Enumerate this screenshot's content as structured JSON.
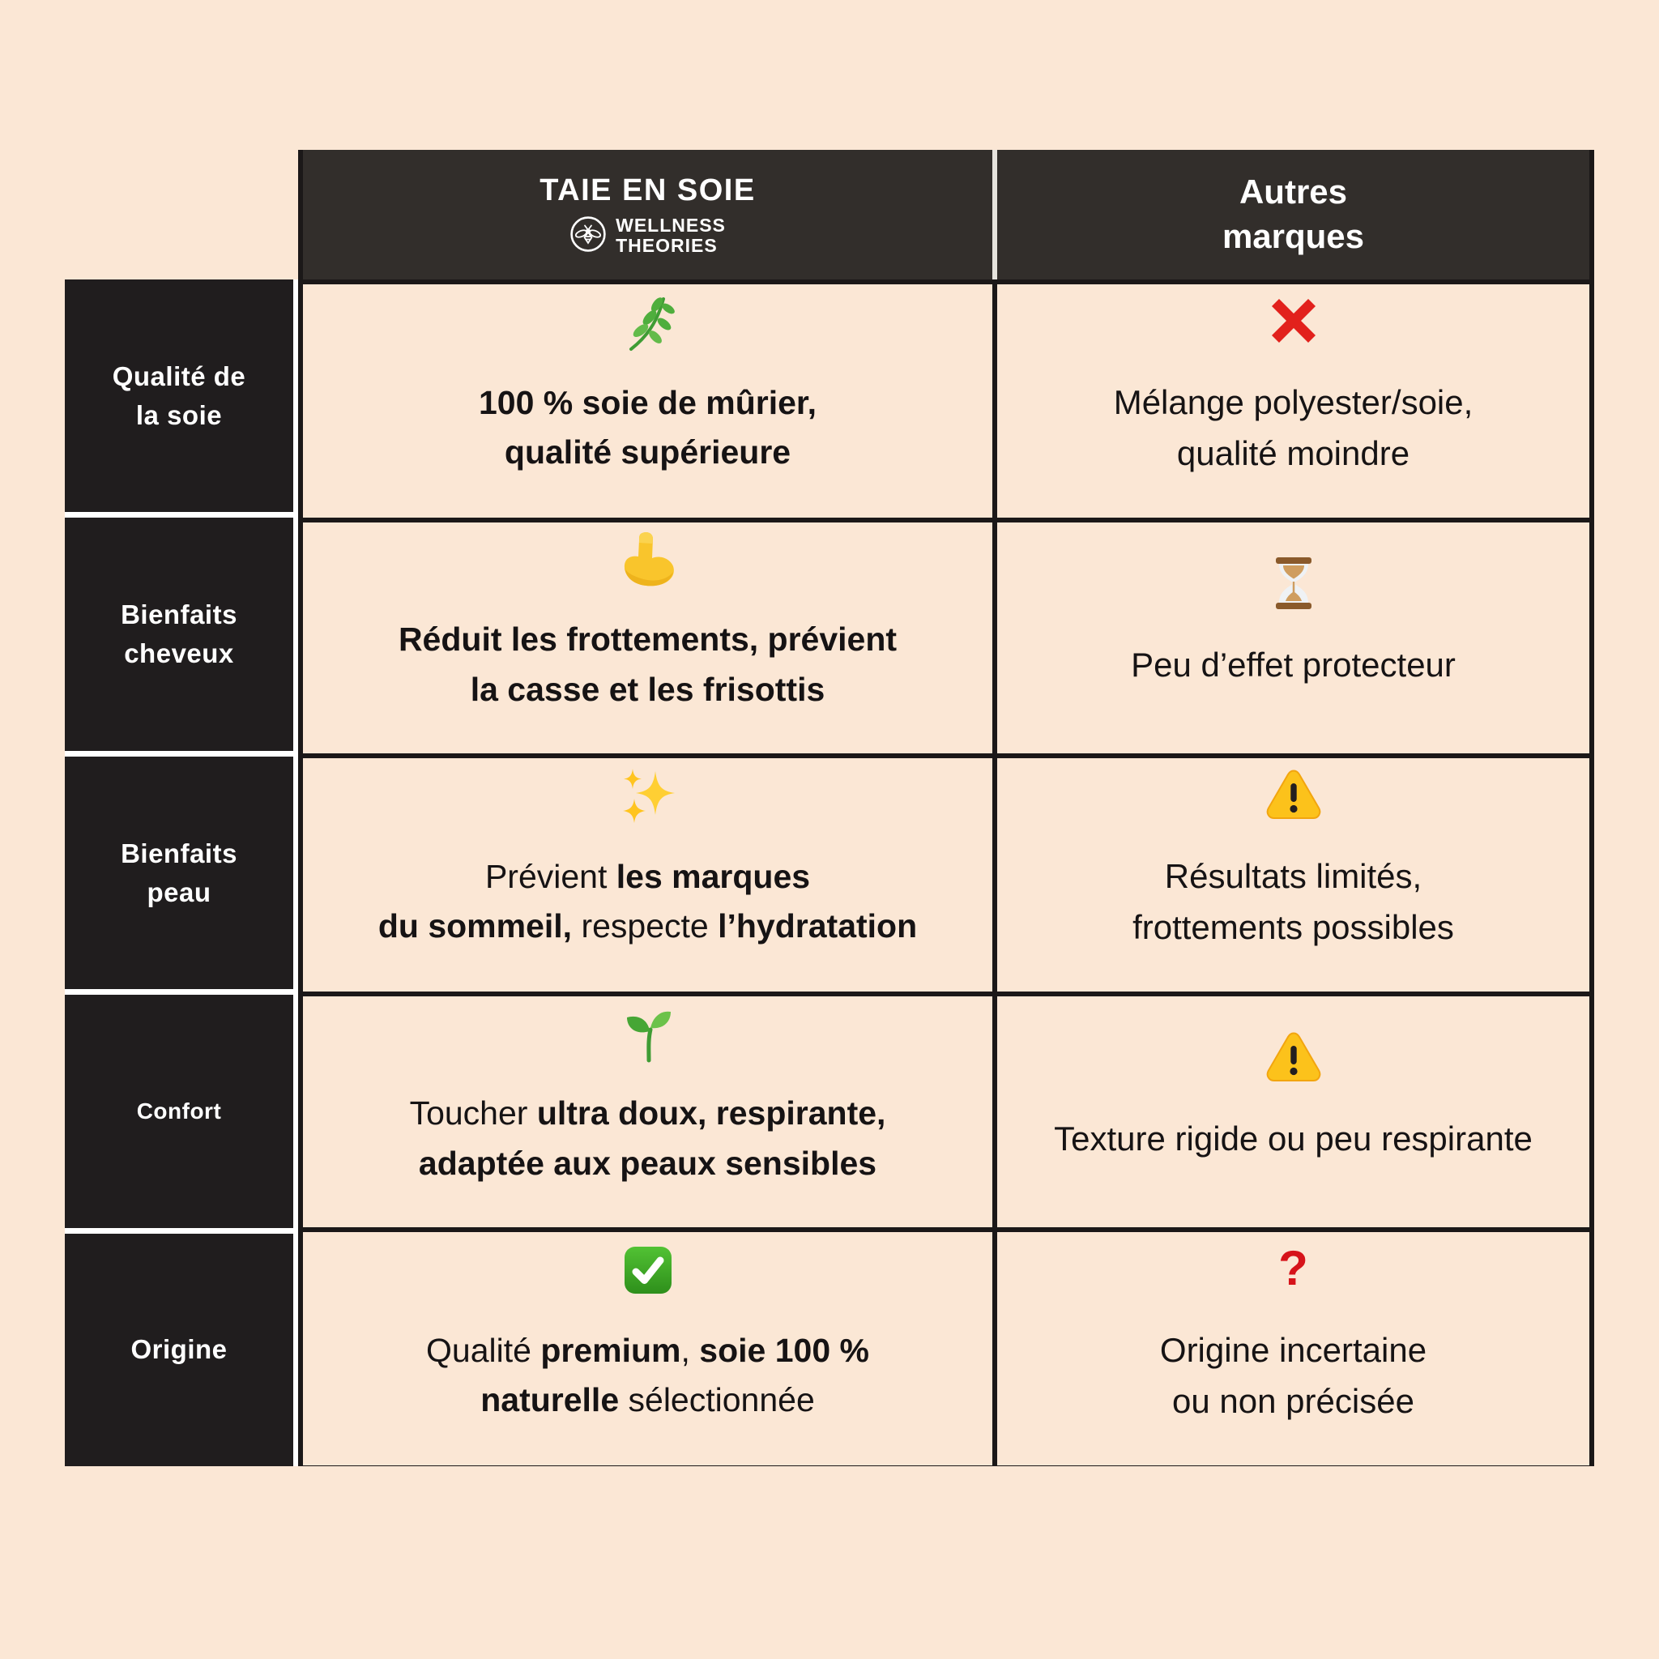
{
  "colors": {
    "background": "#fbe7d5",
    "header_bg": "#322e2b",
    "label_bg": "#201d1e",
    "border": "#1b1818",
    "divider_light": "#e6e3dd",
    "text_dark": "#161314",
    "text_light": "#ffffff",
    "cross_red": "#e2211c",
    "question_red": "#d6131a",
    "warning_yellow": "#fcc21b",
    "check_green": "#38a223"
  },
  "header": {
    "brand_col": {
      "title": "TAIE EN SOIE",
      "logo_icon": "bee-icon",
      "logo_line1": "WELLNESS",
      "logo_line2": "THEORIES"
    },
    "other_col": {
      "title": "Autres\nmarques"
    }
  },
  "rows": [
    {
      "label": "Qualité de\nla soie",
      "brand": {
        "icon": "herb-icon",
        "segments": [
          {
            "text": "100 % soie de mûrier,\nqualité supérieure",
            "bold": true
          }
        ]
      },
      "other": {
        "icon": "cross-icon",
        "segments": [
          {
            "text": "Mélange polyester/soie,\nqualité moindre",
            "bold": false
          }
        ]
      }
    },
    {
      "label": "Bienfaits\ncheveux",
      "brand": {
        "icon": "biceps-icon",
        "segments": [
          {
            "text": "Réduit les frottements, prévient\nla casse et les frisottis",
            "bold": true
          }
        ]
      },
      "other": {
        "icon": "hourglass-icon",
        "segments": [
          {
            "text": "Peu d’effet protecteur",
            "bold": false
          }
        ]
      }
    },
    {
      "label": "Bienfaits\npeau",
      "brand": {
        "icon": "sparkles-icon",
        "segments": [
          {
            "text": "Prévient ",
            "bold": false
          },
          {
            "text": "les marques\ndu sommeil,",
            "bold": true
          },
          {
            "text": " respecte ",
            "bold": false
          },
          {
            "text": "l’hydratation",
            "bold": true
          }
        ]
      },
      "other": {
        "icon": "warning-icon",
        "segments": [
          {
            "text": "Résultats limités,\nfrottements possibles",
            "bold": false
          }
        ]
      }
    },
    {
      "label": "Confort",
      "brand": {
        "icon": "seedling-icon",
        "segments": [
          {
            "text": "Toucher ",
            "bold": false
          },
          {
            "text": "ultra doux, respirante,\nadaptée aux peaux sensibles",
            "bold": true
          }
        ]
      },
      "other": {
        "icon": "warning-icon",
        "segments": [
          {
            "text": "Texture rigide ou peu respirante",
            "bold": false
          }
        ]
      }
    },
    {
      "label": "Origine",
      "brand": {
        "icon": "check-icon",
        "segments": [
          {
            "text": "Qualité ",
            "bold": false
          },
          {
            "text": "premium",
            "bold": true
          },
          {
            "text": ", ",
            "bold": false
          },
          {
            "text": "soie 100 %\nnaturelle",
            "bold": true
          },
          {
            "text": " sélectionnée",
            "bold": false
          }
        ]
      },
      "other": {
        "icon": "question-icon",
        "segments": [
          {
            "text": "Origine incertaine\nou non précisée",
            "bold": false
          }
        ]
      }
    }
  ]
}
